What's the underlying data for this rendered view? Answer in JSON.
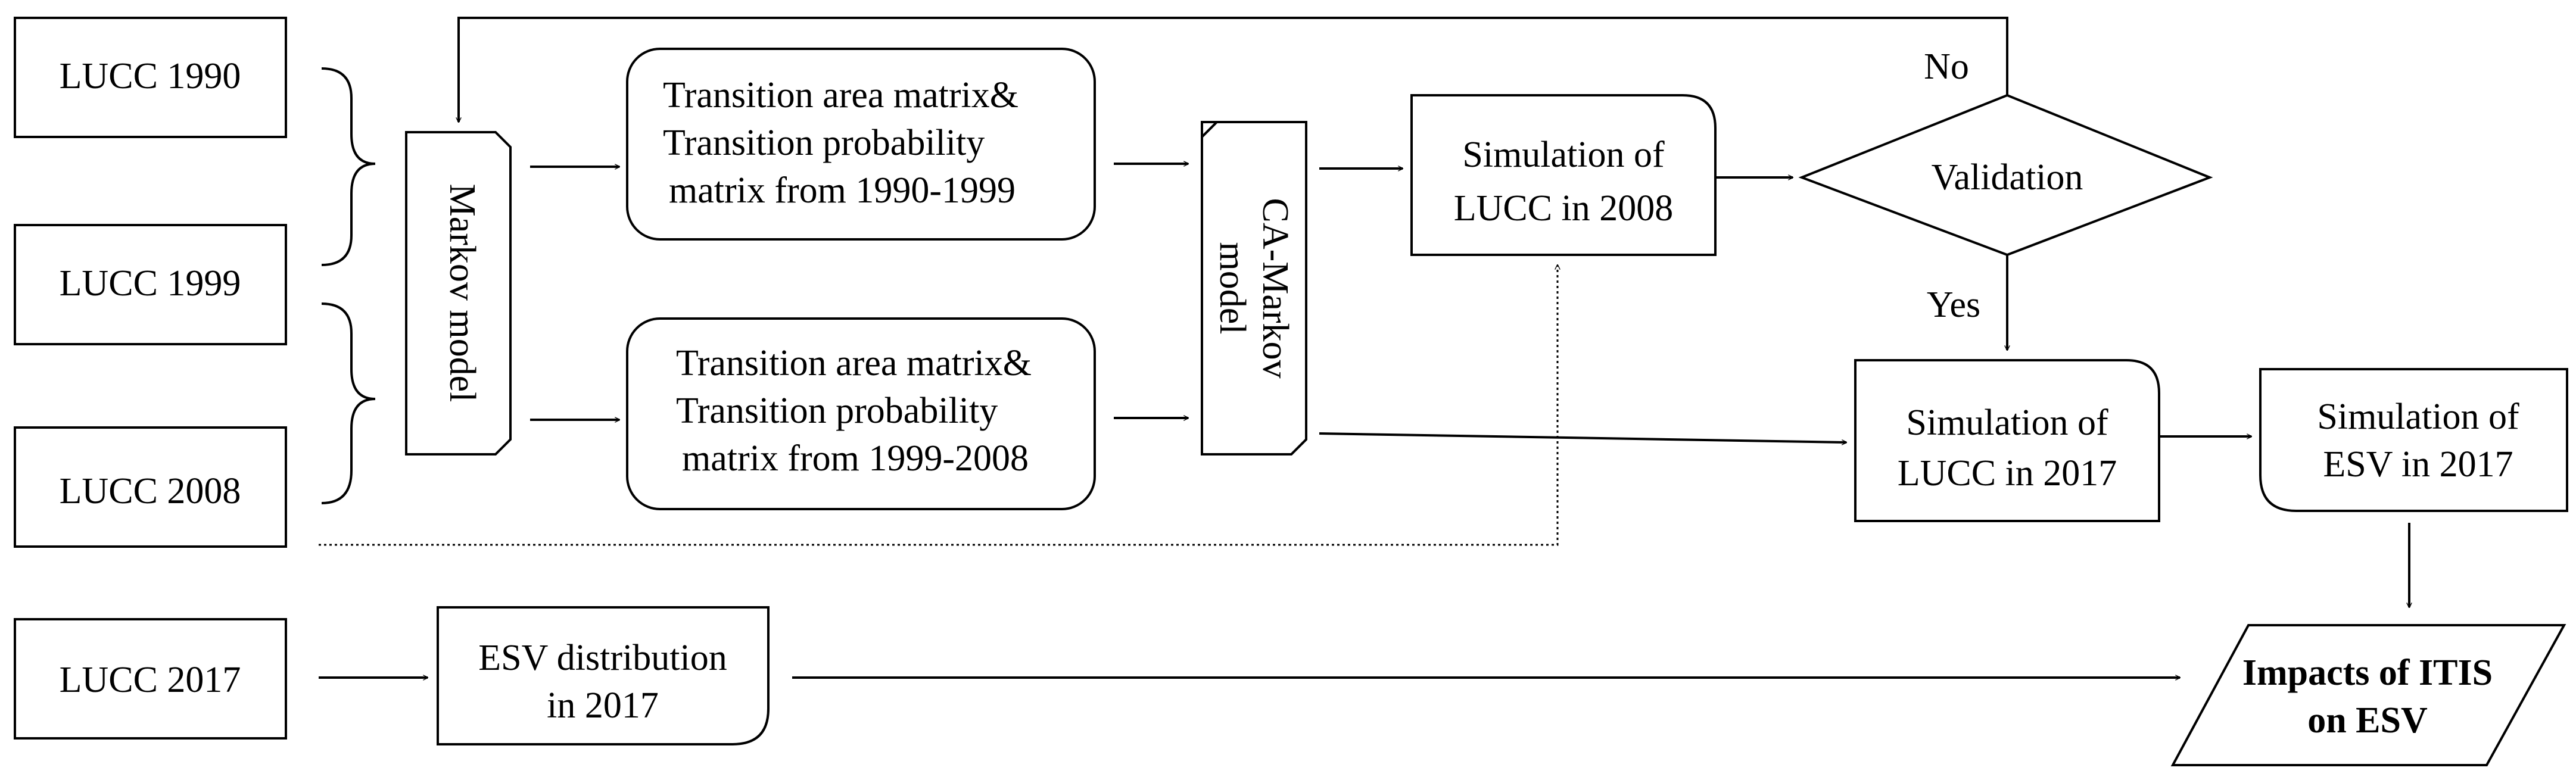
{
  "inputs": {
    "lucc1990": "LUCC 1990",
    "lucc1999": "LUCC 1999",
    "lucc2008": "LUCC 2008",
    "lucc2017": "LUCC 2017"
  },
  "markov_model": "Markov model",
  "transition_1": [
    "Transition area matrix&",
    "Transition probability",
    "matrix from 1990-1999"
  ],
  "transition_2": [
    "Transition area matrix&",
    "Transition probability",
    "matrix from 1999-2008"
  ],
  "ca_markov": [
    "CA-Markov",
    "model"
  ],
  "sim_2008": [
    "Simulation of",
    "LUCC in 2008"
  ],
  "validation": "Validation",
  "decision": {
    "no": "No",
    "yes": "Yes"
  },
  "sim_lucc_2017": [
    "Simulation of",
    "LUCC in 2017"
  ],
  "sim_esv_2017": [
    "Simulation of",
    "ESV in 2017"
  ],
  "esv_distribution": [
    "ESV distribution",
    "in 2017"
  ],
  "impacts": [
    "Impacts of ITIS",
    "on ESV"
  ]
}
